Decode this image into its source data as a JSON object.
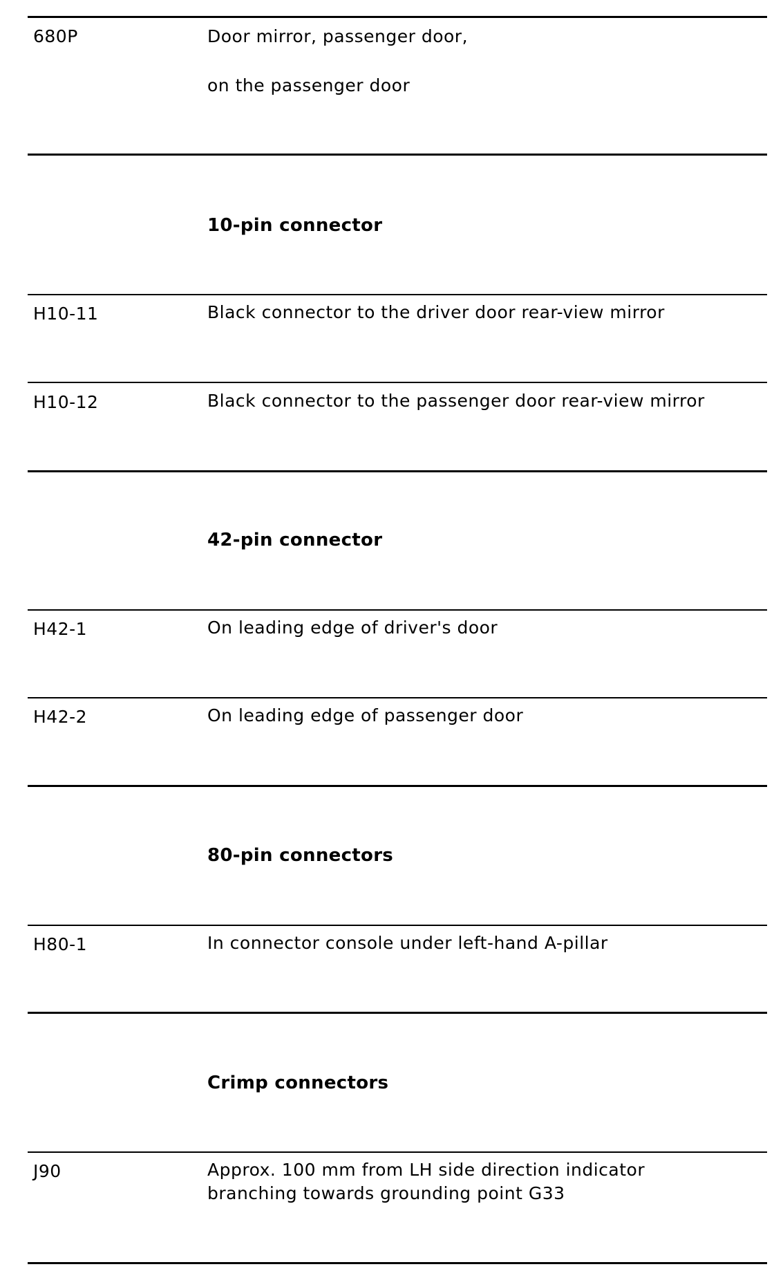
{
  "rows": [
    {
      "code": "680P",
      "line1": "Door mirror, passenger door,",
      "line2": "on the passenger door"
    },
    {
      "heading": "10-pin connector"
    },
    {
      "code": "H10-11",
      "text": "Black connector to the driver door rear-view mirror"
    },
    {
      "code": "H10-12",
      "text": "Black connector to the passenger door rear-view mirror"
    },
    {
      "heading": "42-pin connector"
    },
    {
      "code": "H42-1",
      "text": "On leading edge of driver's door"
    },
    {
      "code": "H42-2",
      "text": "On leading edge of passenger door"
    },
    {
      "heading": "80-pin connectors"
    },
    {
      "code": "H80-1",
      "text": "In connector console under left-hand A-pillar"
    },
    {
      "heading": "Crimp connectors"
    },
    {
      "code": "J90",
      "line1": "Approx. 100 mm from LH side direction indicator",
      "line2": "branching towards grounding point G33"
    }
  ]
}
